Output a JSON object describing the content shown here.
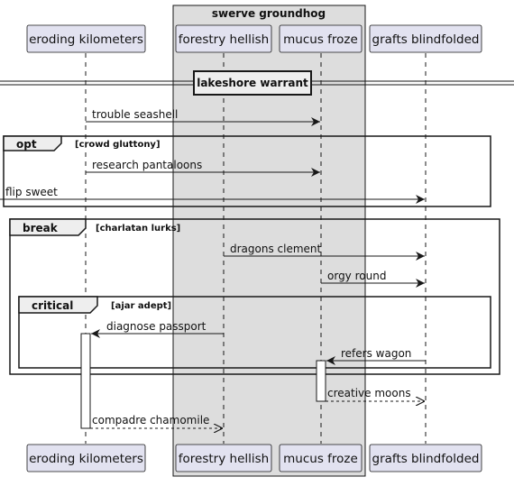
{
  "diagram": {
    "box": {
      "title": "swerve groundhog"
    },
    "participants": [
      {
        "id": "eroding",
        "label": "eroding kilometers"
      },
      {
        "id": "forestry",
        "label": "forestry hellish"
      },
      {
        "id": "mucus",
        "label": "mucus froze"
      },
      {
        "id": "grafts",
        "label": "grafts blindfolded"
      }
    ],
    "divider": {
      "label": "lakeshore warrant"
    },
    "fragments": [
      {
        "id": "opt",
        "kind": "opt",
        "condition": "[crowd gluttony]"
      },
      {
        "id": "break",
        "kind": "break",
        "condition": "[charlatan lurks]"
      },
      {
        "id": "critical",
        "kind": "critical",
        "condition": "[ajar adept]"
      }
    ],
    "messages": [
      {
        "id": "m1",
        "from": "eroding",
        "to": "mucus",
        "label": "trouble seashell",
        "style": "solid"
      },
      {
        "id": "m2",
        "from": "eroding",
        "to": "mucus",
        "label": "research pantaloons",
        "style": "solid"
      },
      {
        "id": "m3",
        "from": "left-edge",
        "to": "grafts",
        "label": "flip sweet",
        "style": "solid"
      },
      {
        "id": "m4",
        "from": "forestry",
        "to": "grafts",
        "label": "dragons clement",
        "style": "solid"
      },
      {
        "id": "m5",
        "from": "mucus",
        "to": "grafts",
        "label": "orgy round",
        "style": "solid"
      },
      {
        "id": "m6",
        "from": "forestry",
        "to": "eroding",
        "label": "diagnose passport",
        "style": "solid"
      },
      {
        "id": "m7",
        "from": "grafts",
        "to": "mucus",
        "label": "refers wagon",
        "style": "solid"
      },
      {
        "id": "m8",
        "from": "mucus",
        "to": "grafts",
        "label": "creative moons",
        "style": "dashed"
      },
      {
        "id": "m9",
        "from": "eroding",
        "to": "forestry",
        "label": "compadre chamomile",
        "style": "dashed"
      }
    ],
    "colors": {
      "participant_fill": "#e2e2f0",
      "participant_border": "#181818",
      "box_fill": "#dddddd",
      "fragment_header_fill": "#eeeeee",
      "line": "#181818"
    }
  }
}
